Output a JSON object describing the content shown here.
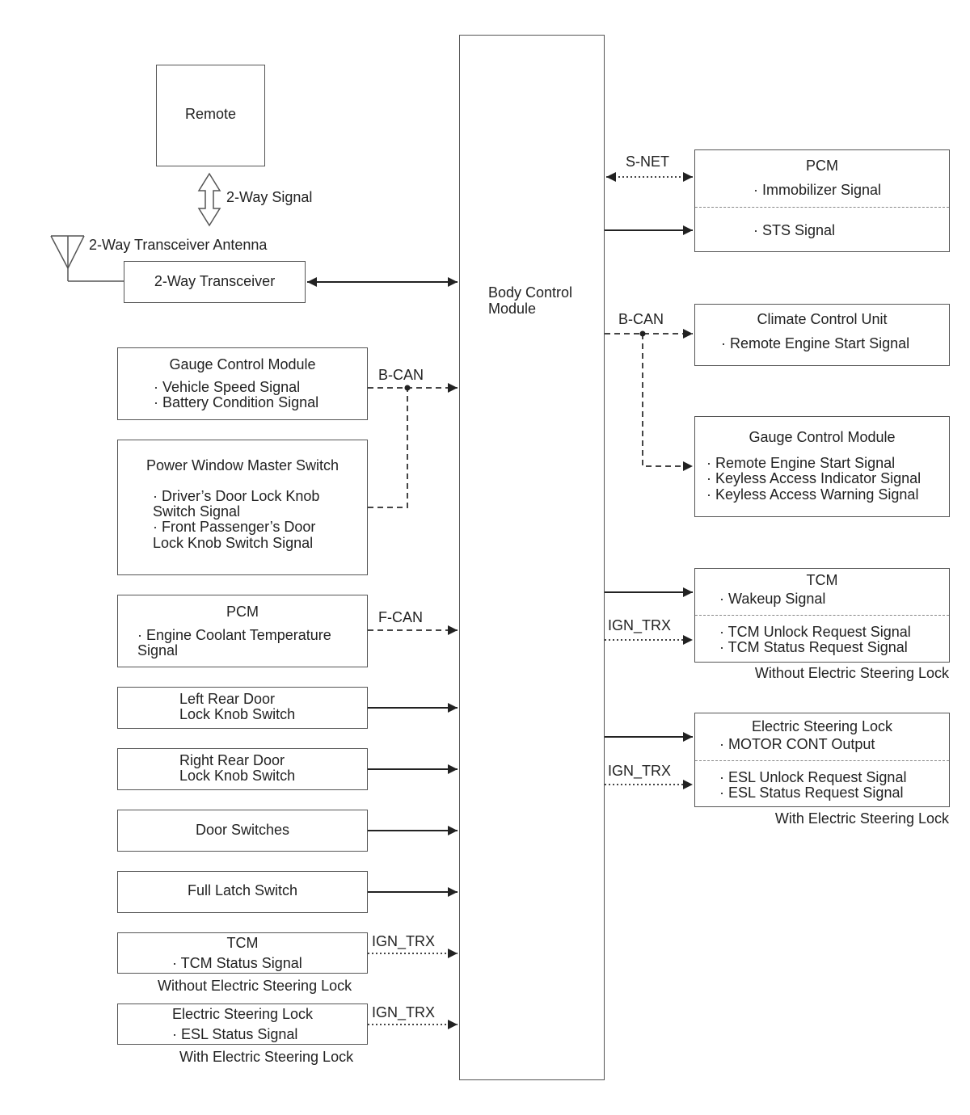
{
  "bcm": {
    "label": "Body Control Module"
  },
  "remote": {
    "label": "Remote"
  },
  "two_way_signal": "2-Way Signal",
  "antenna_label": "2-Way Transceiver Antenna",
  "transceiver": {
    "label": "2-Way Transceiver"
  },
  "left": {
    "gcm": {
      "title": "Gauge Control Module",
      "line1": "· Vehicle Speed Signal",
      "line2": "· Battery Condition Signal",
      "bus": "B-CAN"
    },
    "pwms": {
      "title": "Power Window Master Switch",
      "line1": "· Driver’s Door Lock Knob",
      "line2": "Switch Signal",
      "line3": "· Front Passenger’s Door",
      "line4": "Lock Knob Switch Signal"
    },
    "pcm": {
      "title": "PCM",
      "line1": "· Engine Coolant Temperature",
      "line2": "Signal",
      "bus": "F-CAN"
    },
    "lrd": {
      "line1": "Left Rear Door",
      "line2": "Lock Knob Switch"
    },
    "rrd": {
      "line1": "Right Rear Door",
      "line2": "Lock Knob Switch"
    },
    "door_switches": "Door Switches",
    "full_latch": "Full Latch Switch",
    "tcm": {
      "title": "TCM",
      "line1": "· TCM Status Signal",
      "bus": "IGN_TRX",
      "caption": "Without Electric Steering Lock"
    },
    "esl": {
      "title": "Electric Steering Lock",
      "line1": "· ESL Status Signal",
      "bus": "IGN_TRX",
      "caption": "With Electric Steering Lock"
    }
  },
  "right": {
    "pcm": {
      "title": "PCM",
      "line1": "· Immobilizer Signal",
      "line2": "· STS Signal",
      "bus": "S-NET"
    },
    "ccu": {
      "title": "Climate Control Unit",
      "line1": "· Remote Engine Start Signal",
      "bus": "B-CAN"
    },
    "gcm": {
      "title": "Gauge Control Module",
      "line1": "· Remote Engine Start Signal",
      "line2": "· Keyless Access Indicator Signal",
      "line3": "· Keyless Access Warning Signal"
    },
    "tcm": {
      "title": "TCM",
      "line1": "· Wakeup Signal",
      "line2": "· TCM Unlock Request Signal",
      "line3": "· TCM Status Request Signal",
      "bus": "IGN_TRX",
      "caption": "Without Electric Steering Lock"
    },
    "esl": {
      "title": "Electric Steering Lock",
      "line1": "· MOTOR CONT Output",
      "line2": "· ESL Unlock Request Signal",
      "line3": "· ESL Status Request Signal",
      "bus": "IGN_TRX",
      "caption": "With Electric Steering Lock"
    }
  }
}
